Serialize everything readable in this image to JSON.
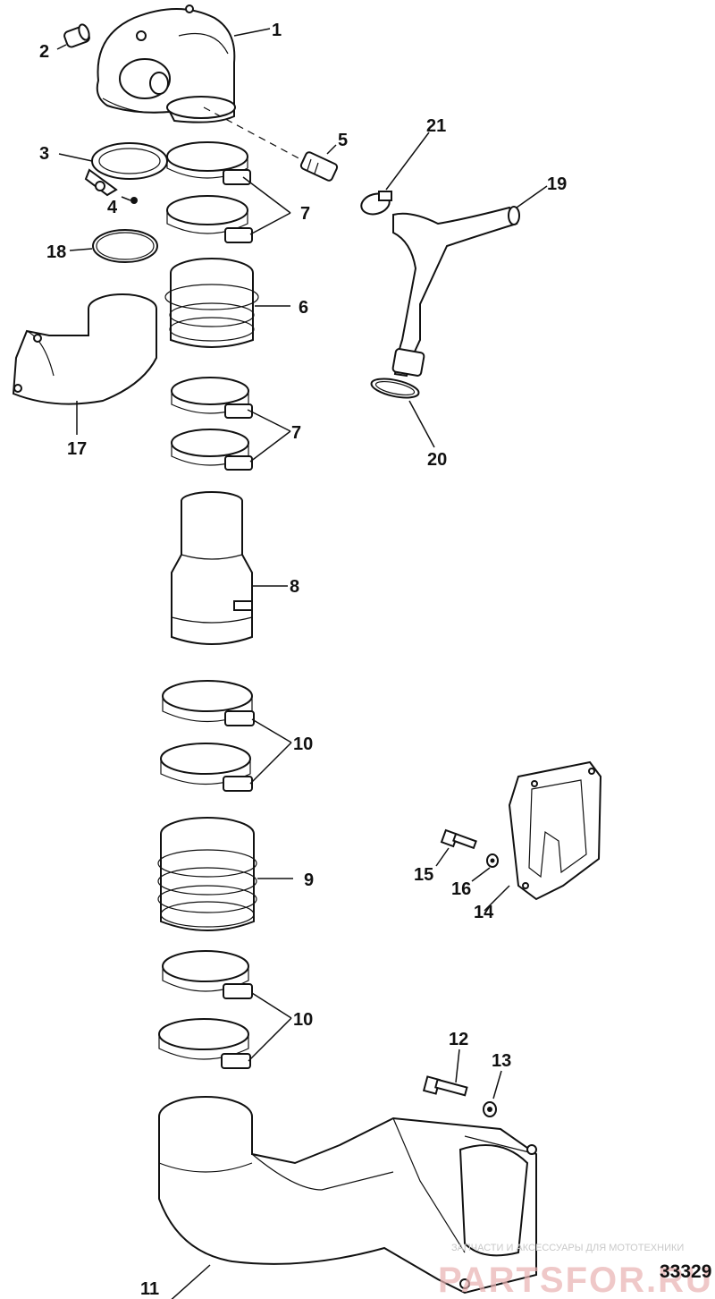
{
  "diagram": {
    "figure_number": "33329",
    "callouts": {
      "c1": "1",
      "c2": "2",
      "c3": "3",
      "c4": "4",
      "c5": "5",
      "c6": "6",
      "c7a": "7",
      "c7b": "7",
      "c8": "8",
      "c9": "9",
      "c10a": "10",
      "c10b": "10",
      "c11": "11",
      "c12": "12",
      "c13": "13",
      "c14": "14",
      "c15": "15",
      "c16": "16",
      "c17": "17",
      "c18": "18",
      "c19": "19",
      "c20": "20",
      "c21": "21"
    },
    "watermark": {
      "caption": "ЗАПЧАСТИ И АКСЕССУАРЫ ДЛЯ МОТОТЕХНИКИ",
      "brand": "PARTSFOR.RU"
    }
  }
}
